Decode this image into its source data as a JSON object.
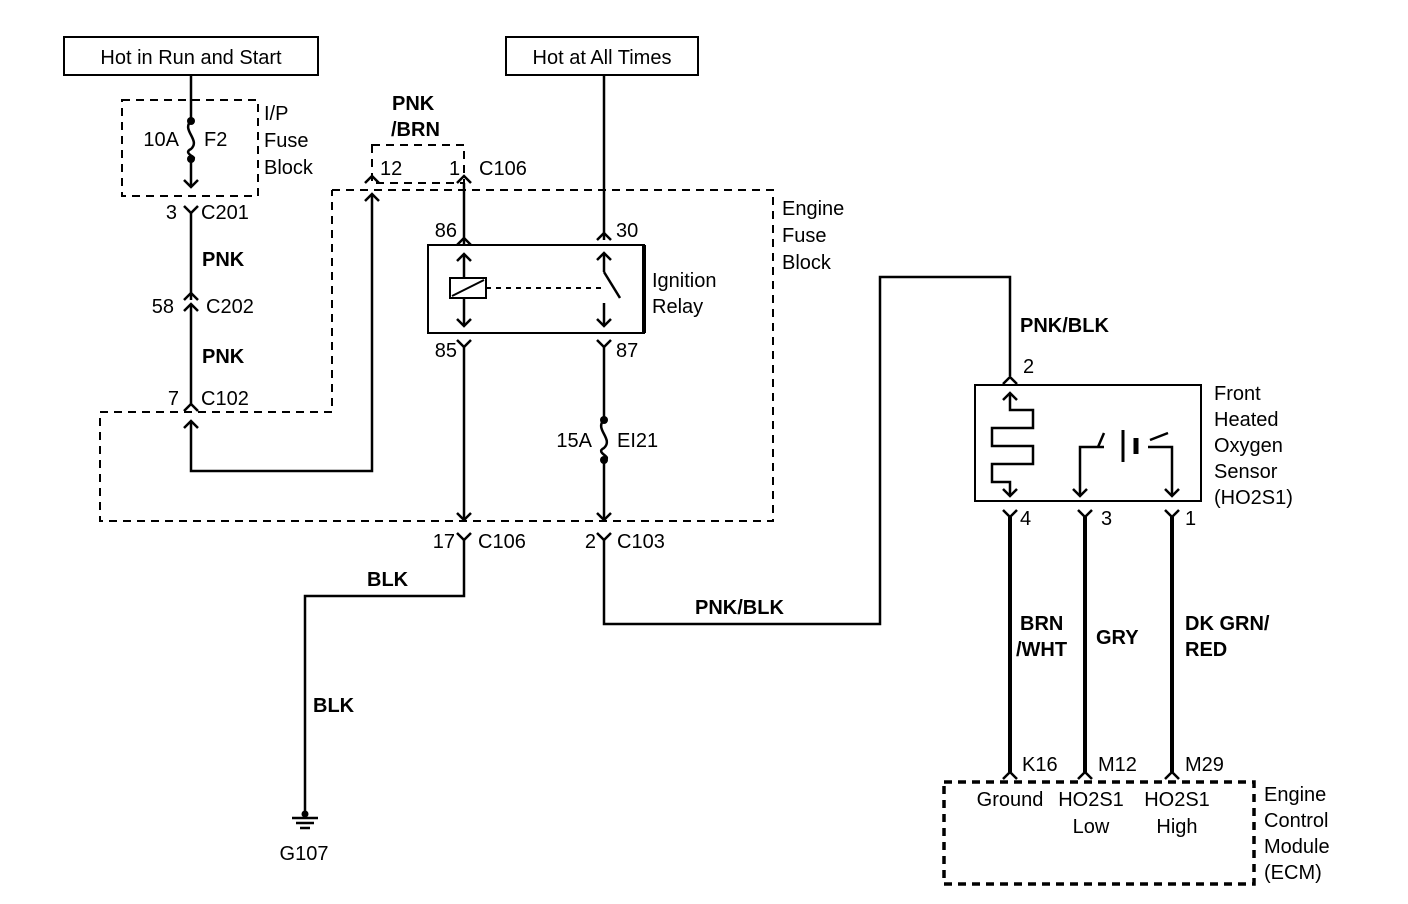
{
  "power": {
    "run_start": "Hot in Run and Start",
    "all_times": "Hot at All Times"
  },
  "ip_fuse_block": {
    "name_l1": "I/P",
    "name_l2": "Fuse",
    "name_l3": "Block",
    "fuse_rating": "10A",
    "fuse_id": "F2"
  },
  "connectors": {
    "c201": {
      "pin": "3",
      "name": "C201"
    },
    "c202": {
      "pin": "58",
      "name": "C202"
    },
    "c102": {
      "pin": "7",
      "name": "C102"
    },
    "c106_top": {
      "pin_a": "12",
      "pin_b": "1",
      "name": "C106"
    },
    "c106_bottom": {
      "pin": "17",
      "name": "C106"
    },
    "c103": {
      "pin": "2",
      "name": "C103"
    }
  },
  "wire_colors": {
    "pnk_brn_l1": "PNK",
    "pnk_brn_l2": "/BRN",
    "pnk_a": "PNK",
    "pnk_b": "PNK",
    "blk_a": "BLK",
    "blk_b": "BLK",
    "pnk_blk_a": "PNK/BLK",
    "pnk_blk_b": "PNK/BLK",
    "brn_wht_l1": "BRN",
    "brn_wht_l2": "/WHT",
    "gry": "GRY",
    "dkgrn_red_l1": "DK GRN/",
    "dkgrn_red_l2": "RED"
  },
  "engine_fuse_block": {
    "name_l1": "Engine",
    "name_l2": "Fuse",
    "name_l3": "Block"
  },
  "relay": {
    "name_l1": "Ignition",
    "name_l2": "Relay",
    "pin86": "86",
    "pin30": "30",
    "pin85": "85",
    "pin87": "87"
  },
  "fuse_ei21": {
    "rating": "15A",
    "id": "EI21"
  },
  "ground": {
    "id": "G107"
  },
  "sensor": {
    "name_l1": "Front",
    "name_l2": "Heated",
    "name_l3": "Oxygen",
    "name_l4": "Sensor",
    "name_l5": "(HO2S1)",
    "pin2": "2",
    "pin4": "4",
    "pin3": "3",
    "pin1": "1"
  },
  "ecm": {
    "pin_k16": "K16",
    "pin_m12": "M12",
    "pin_m29": "M29",
    "ground": "Ground",
    "ho2s1_low_l1": "HO2S1",
    "ho2s1_low_l2": "Low",
    "ho2s1_high_l1": "HO2S1",
    "ho2s1_high_l2": "High",
    "name_l1": "Engine",
    "name_l2": "Control",
    "name_l3": "Module",
    "name_l4": "(ECM)"
  }
}
